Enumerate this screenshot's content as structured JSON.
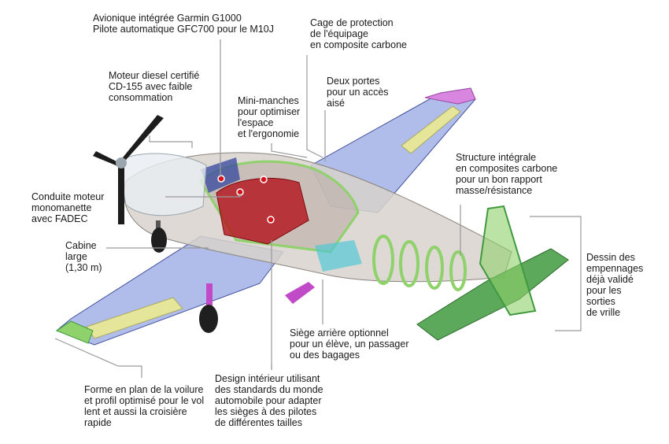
{
  "labels": {
    "avionics": "Avionique intégrée Garmin G1000\nPilote automatique GFC700 pour le M10J",
    "cage": "Cage de protection\nde l'équipage\nen composite carbone",
    "engine": "Moteur diesel certifié\nCD-155 avec faible\nconsommation",
    "doors": "Deux portes\npour un accès\naisé",
    "sticks": "Mini-manches\npour optimiser\nl'espace\net l'ergonomie",
    "structure": "Structure intégrale\nen composites carbone\npour un bon rapport\nmasse/résistance",
    "throttle": "Conduite moteur\nmonomanette\navec FADEC",
    "cabin": "Cabine\nlarge\n(1,30 m)",
    "tail": "Dessin des\nempennages\ndéjà validé\npour les\nsorties\nde vrille",
    "rear_seat": "Siège arrière optionnel\npour un élève, un passager\nou des bagages",
    "wing": "Forme en plan de la voilure\net profil optimisé pour le vol\nlent et aussi la croisière\nrapide",
    "interior": "Design intérieur utilisant\ndes standards du monde\nautomobile pour adapter\nles sièges à des pilotes\nde différentes tailles"
  },
  "colors": {
    "fuselage": "#d8d2cc",
    "frame": "#8fd16a",
    "cabin_red": "#b3131a",
    "wing_blue": "#6f86d8",
    "tank_yellow": "#e6e69a",
    "tip_magenta": "#d886e0",
    "tail_green": "#3f9a3f",
    "leader": "#9a9a9a"
  },
  "icons": {
    "callout_dot": "red-dot-icon"
  }
}
